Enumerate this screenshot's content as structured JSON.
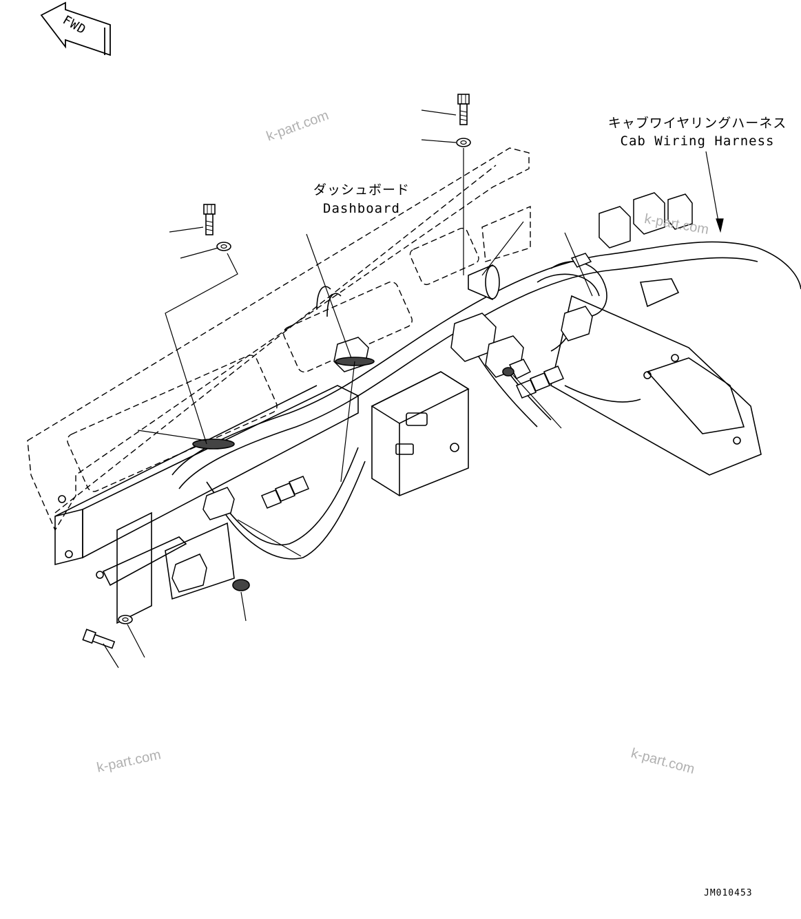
{
  "fwd_label": "FWD",
  "labels": {
    "dashboard_jp": "ダッシュボード",
    "dashboard_en": "Dashboard",
    "harness_jp": "キャブワイヤリングハーネス",
    "harness_en": "Cab Wiring Harness"
  },
  "watermark": "k-part.com",
  "drawing_code": "JM010453"
}
